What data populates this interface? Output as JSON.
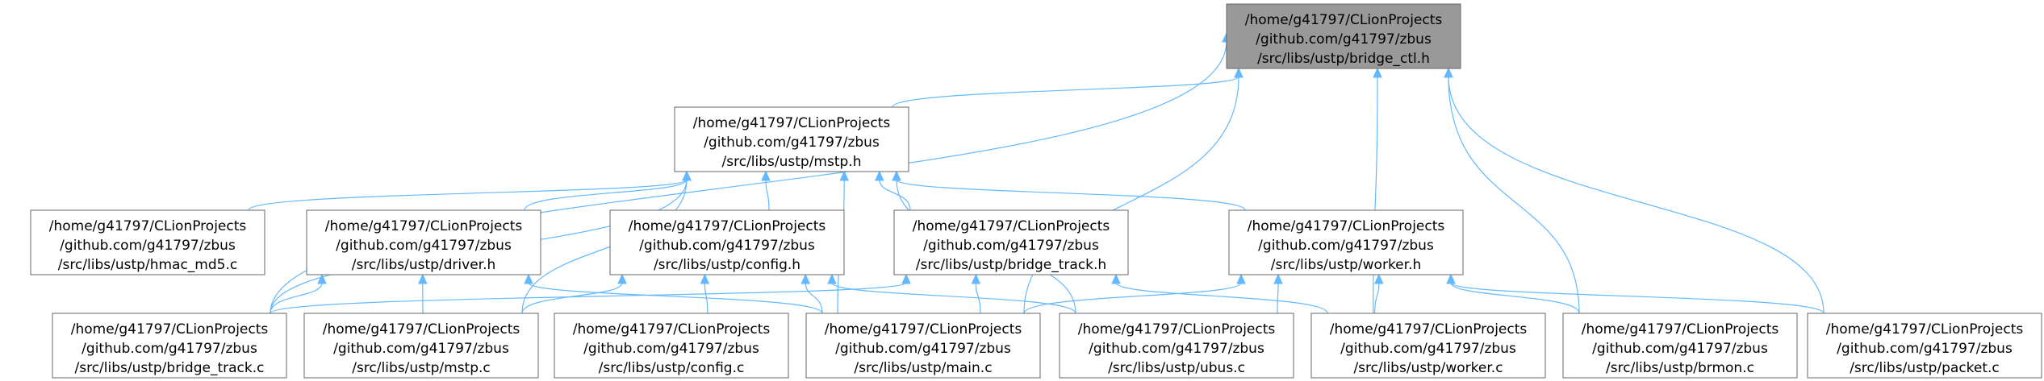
{
  "title": "",
  "colors": {
    "edge": "#63b8ff",
    "focus_fill": "#999999",
    "node_border": "#666666"
  },
  "nodes": {
    "bridge_ctl_h": [
      "/home/g41797/CLionProjects",
      "/github.com/g41797/zbus",
      "/src/libs/ustp/bridge_ctl.h"
    ],
    "mstp_h": [
      "/home/g41797/CLionProjects",
      "/github.com/g41797/zbus",
      "/src/libs/ustp/mstp.h"
    ],
    "hmac_md5_c": [
      "/home/g41797/CLionProjects",
      "/github.com/g41797/zbus",
      "/src/libs/ustp/hmac_md5.c"
    ],
    "driver_h": [
      "/home/g41797/CLionProjects",
      "/github.com/g41797/zbus",
      "/src/libs/ustp/driver.h"
    ],
    "config_h": [
      "/home/g41797/CLionProjects",
      "/github.com/g41797/zbus",
      "/src/libs/ustp/config.h"
    ],
    "bridge_track_h": [
      "/home/g41797/CLionProjects",
      "/github.com/g41797/zbus",
      "/src/libs/ustp/bridge_track.h"
    ],
    "worker_h": [
      "/home/g41797/CLionProjects",
      "/github.com/g41797/zbus",
      "/src/libs/ustp/worker.h"
    ],
    "bridge_track_c": [
      "/home/g41797/CLionProjects",
      "/github.com/g41797/zbus",
      "/src/libs/ustp/bridge_track.c"
    ],
    "mstp_c": [
      "/home/g41797/CLionProjects",
      "/github.com/g41797/zbus",
      "/src/libs/ustp/mstp.c"
    ],
    "config_c": [
      "/home/g41797/CLionProjects",
      "/github.com/g41797/zbus",
      "/src/libs/ustp/config.c"
    ],
    "main_c": [
      "/home/g41797/CLionProjects",
      "/github.com/g41797/zbus",
      "/src/libs/ustp/main.c"
    ],
    "ubus_c": [
      "/home/g41797/CLionProjects",
      "/github.com/g41797/zbus",
      "/src/libs/ustp/ubus.c"
    ],
    "worker_c": [
      "/home/g41797/CLionProjects",
      "/github.com/g41797/zbus",
      "/src/libs/ustp/worker.c"
    ],
    "brmon_c": [
      "/home/g41797/CLionProjects",
      "/github.com/g41797/zbus",
      "/src/libs/ustp/brmon.c"
    ],
    "packet_c": [
      "/home/g41797/CLionProjects",
      "/github.com/g41797/zbus",
      "/src/libs/ustp/packet.c"
    ]
  },
  "focus_node": "bridge_ctl_h",
  "edges": [
    [
      "mstp_h",
      "bridge_ctl_h"
    ],
    [
      "bridge_track_c",
      "bridge_ctl_h"
    ],
    [
      "main_c",
      "bridge_ctl_h"
    ],
    [
      "worker_c",
      "bridge_ctl_h"
    ],
    [
      "brmon_c",
      "bridge_ctl_h"
    ],
    [
      "packet_c",
      "bridge_ctl_h"
    ],
    [
      "hmac_md5_c",
      "mstp_h"
    ],
    [
      "driver_h",
      "mstp_h"
    ],
    [
      "config_h",
      "mstp_h"
    ],
    [
      "bridge_track_h",
      "mstp_h"
    ],
    [
      "worker_h",
      "mstp_h"
    ],
    [
      "bridge_track_c",
      "mstp_h"
    ],
    [
      "mstp_c",
      "mstp_h"
    ],
    [
      "main_c",
      "mstp_h"
    ],
    [
      "ubus_c",
      "mstp_h"
    ],
    [
      "bridge_track_c",
      "driver_h"
    ],
    [
      "mstp_c",
      "driver_h"
    ],
    [
      "main_c",
      "driver_h"
    ],
    [
      "mstp_c",
      "config_h"
    ],
    [
      "config_c",
      "config_h"
    ],
    [
      "main_c",
      "config_h"
    ],
    [
      "ubus_c",
      "config_h"
    ],
    [
      "main_c",
      "bridge_track_h"
    ],
    [
      "worker_c",
      "bridge_track_h"
    ],
    [
      "bridge_track_c",
      "bridge_track_h"
    ],
    [
      "main_c",
      "worker_h"
    ],
    [
      "ubus_c",
      "worker_h"
    ],
    [
      "worker_c",
      "worker_h"
    ],
    [
      "brmon_c",
      "worker_h"
    ],
    [
      "packet_c",
      "worker_h"
    ]
  ]
}
